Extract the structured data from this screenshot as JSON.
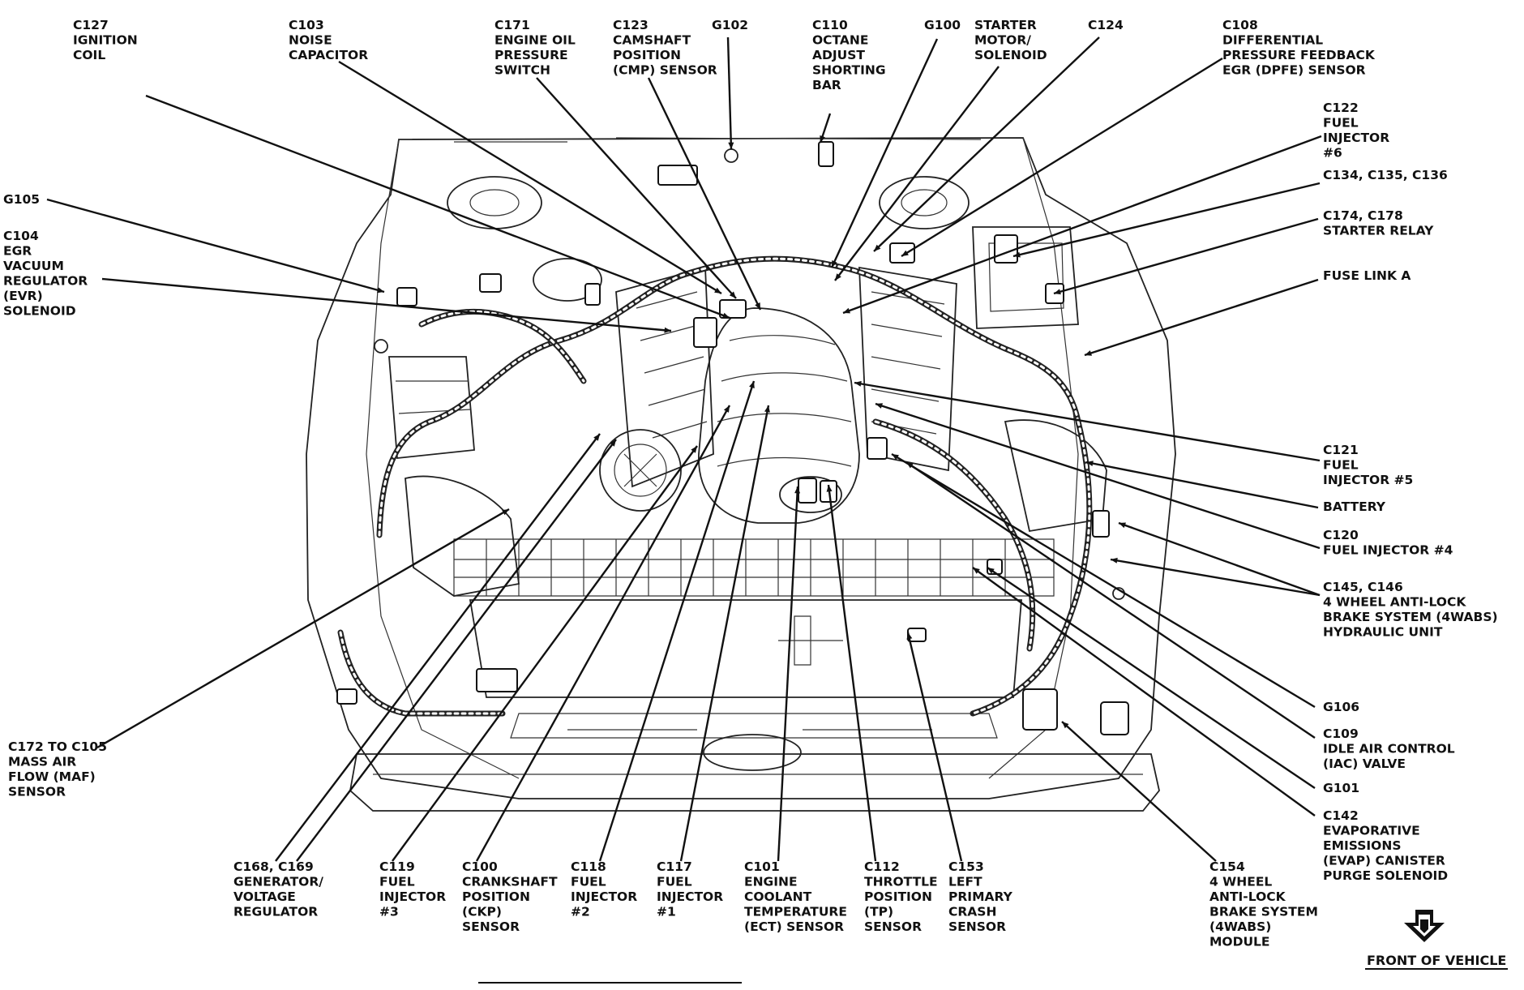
{
  "labels": {
    "c127": [
      "C127",
      "IGNITION",
      "COIL"
    ],
    "c103": [
      "C103",
      "NOISE",
      "CAPACITOR"
    ],
    "c171": [
      "C171",
      "ENGINE OIL",
      "PRESSURE",
      "SWITCH"
    ],
    "c123": [
      "C123",
      "CAMSHAFT",
      "POSITION",
      "(CMP) SENSOR"
    ],
    "g102": [
      "G102"
    ],
    "c110": [
      "C110",
      "OCTANE",
      "ADJUST",
      "SHORTING",
      "BAR"
    ],
    "g100": [
      "G100"
    ],
    "starter": [
      "STARTER",
      "MOTOR/",
      "SOLENOID"
    ],
    "c124": [
      "C124"
    ],
    "c108": [
      "C108",
      "DIFFERENTIAL",
      "PRESSURE FEEDBACK",
      "EGR (DPFE) SENSOR"
    ],
    "c122": [
      "C122",
      "FUEL",
      "INJECTOR",
      "#6"
    ],
    "c134": [
      "C134, C135, C136"
    ],
    "c174": [
      "C174, C178",
      "STARTER RELAY"
    ],
    "fuselink": [
      "FUSE LINK A"
    ],
    "g105": [
      "G105"
    ],
    "c104": [
      "C104",
      "EGR",
      "VACUUM",
      "REGULATOR",
      "(EVR)",
      "SOLENOID"
    ],
    "c121": [
      "C121",
      "FUEL",
      "INJECTOR #5"
    ],
    "battery": [
      "BATTERY"
    ],
    "c120": [
      "C120",
      "FUEL INJECTOR #4"
    ],
    "c145": [
      "C145, C146",
      "4 WHEEL ANTI-LOCK",
      "BRAKE SYSTEM (4WABS)",
      "HYDRAULIC UNIT"
    ],
    "g106": [
      "G106"
    ],
    "c109": [
      "C109",
      "IDLE AIR CONTROL",
      "(IAC) VALVE"
    ],
    "g101": [
      "G101"
    ],
    "c142": [
      "C142",
      "EVAPORATIVE",
      "EMISSIONS",
      "(EVAP) CANISTER",
      "PURGE SOLENOID"
    ],
    "c172": [
      "C172 TO C105",
      "MASS AIR",
      "FLOW (MAF)",
      "SENSOR"
    ],
    "c168": [
      "C168, C169",
      "GENERATOR/",
      "VOLTAGE",
      "REGULATOR"
    ],
    "c119": [
      "C119",
      "FUEL",
      "INJECTOR",
      "#3"
    ],
    "c100": [
      "C100",
      "CRANKSHAFT",
      "POSITION",
      "(CKP)",
      "SENSOR"
    ],
    "c118": [
      "C118",
      "FUEL",
      "INJECTOR",
      "#2"
    ],
    "c117": [
      "C117",
      "FUEL",
      "INJECTOR",
      "#1"
    ],
    "c101": [
      "C101",
      "ENGINE",
      "COOLANT",
      "TEMPERATURE",
      "(ECT) SENSOR"
    ],
    "c112": [
      "C112",
      "THROTTLE",
      "POSITION",
      "(TP)",
      "SENSOR"
    ],
    "c153": [
      "C153",
      "LEFT",
      "PRIMARY",
      "CRASH",
      "SENSOR"
    ],
    "c154": [
      "C154",
      "4 WHEEL",
      "ANTI-LOCK",
      "BRAKE SYSTEM",
      "(4WABS)",
      "MODULE"
    ]
  },
  "front_of_vehicle": "FRONT OF VEHICLE",
  "arrow_icon": "down-arrow-icon",
  "colors": {
    "ink": "#111111",
    "paper": "#ffffff"
  }
}
